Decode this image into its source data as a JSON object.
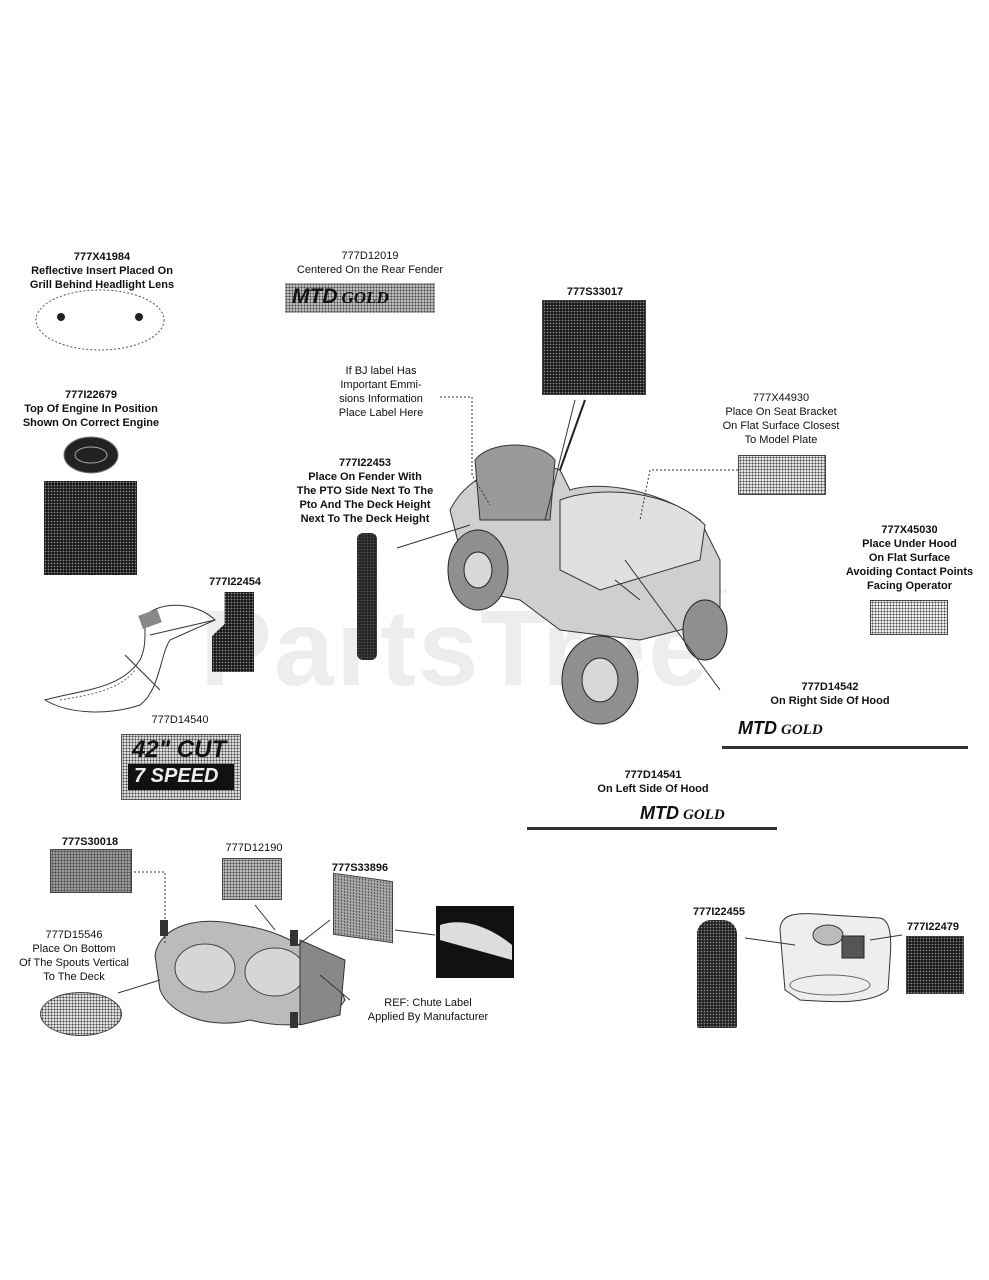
{
  "watermark": "PartsTree",
  "parts": {
    "p41984": {
      "num": "777X41984",
      "lines": [
        "Reflective Insert Placed On",
        "Grill Behind Headlight Lens"
      ]
    },
    "p12019": {
      "num": "777D12019",
      "lines": [
        "Centered On the Rear Fender"
      ]
    },
    "p33017": {
      "num": "777S33017"
    },
    "bj": {
      "lines": [
        "If BJ label Has",
        "Important Emmi-",
        "sions Information",
        "Place Label Here"
      ]
    },
    "p44930": {
      "num": "777X44930",
      "lines": [
        "Place On Seat Bracket",
        "On Flat Surface Closest",
        "To Model Plate"
      ]
    },
    "p22679": {
      "num": "777I22679",
      "lines": [
        "Top Of Engine In Position",
        "Shown On Correct Engine"
      ]
    },
    "p22453": {
      "num": "777I22453",
      "lines": [
        "Place On Fender With",
        "The PTO Side Next To The",
        "Pto And The Deck Height",
        "Next To The Deck Height"
      ]
    },
    "p45030": {
      "num": "777X45030",
      "lines": [
        "Place Under Hood",
        "On Flat Surface",
        "Avoiding Contact Points",
        "Facing Operator"
      ]
    },
    "p22454": {
      "num": "777I22454"
    },
    "p14542": {
      "num": "777D14542",
      "lines": [
        "On Right Side Of Hood"
      ]
    },
    "p14540": {
      "num": "777D14540"
    },
    "p14541": {
      "num": "777D14541",
      "lines": [
        "On Left Side Of Hood"
      ]
    },
    "p30018": {
      "num": "777S30018"
    },
    "p12190": {
      "num": "777D12190"
    },
    "p33896": {
      "num": "777S33896"
    },
    "p15546": {
      "num": "777D15546",
      "lines": [
        "Place On Bottom",
        "Of The Spouts Vertical",
        "To The Deck"
      ]
    },
    "chute": {
      "lines": [
        "REF: Chute Label",
        "Applied By Manufacturer"
      ]
    },
    "p22455": {
      "num": "777I22455"
    },
    "p22479": {
      "num": "777I22479"
    }
  },
  "decals": {
    "mtd_gold_word_1": "MTD",
    "mtd_gold_word_2": "GOLD",
    "cut_text": "42\" CUT",
    "speed_text": "7 SPEED"
  },
  "icons": [
    "lawn-tractor-illustration",
    "mower-deck-illustration",
    "engine-illustration",
    "fender-illustration"
  ]
}
